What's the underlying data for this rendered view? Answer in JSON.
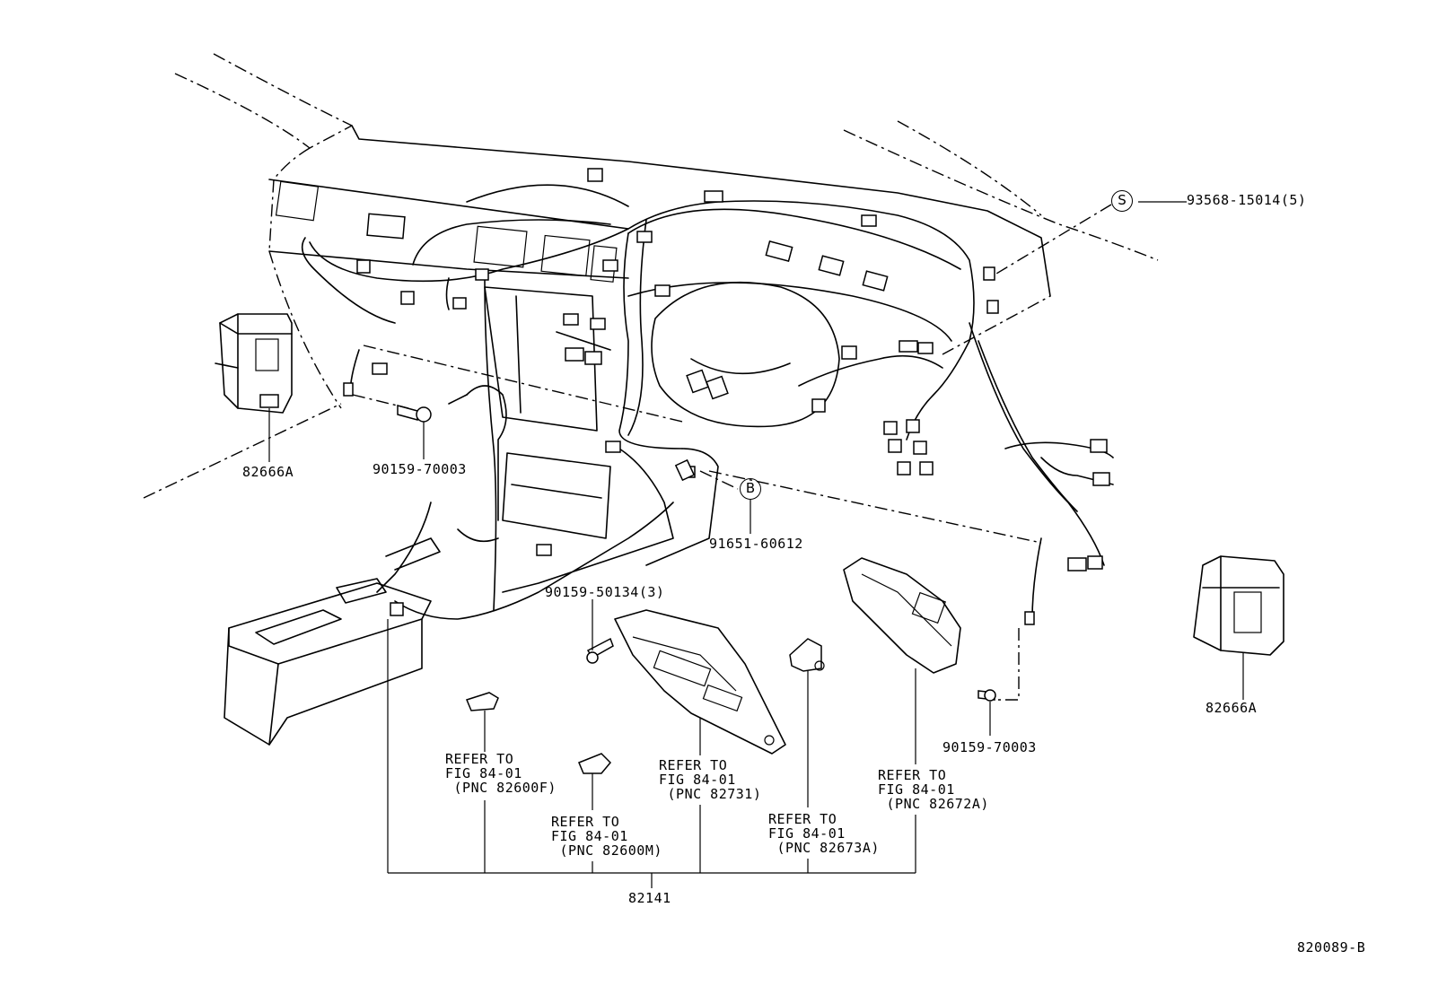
{
  "symbols": {
    "s": "S",
    "b": "B"
  },
  "labels": {
    "p93568": "93568-15014(5)",
    "p82666a_left": "82666A",
    "p90159_70003_left": "90159-70003",
    "p91651": "91651-60612",
    "p90159_50134": "90159-50134(3)",
    "p82666a_right": "82666A",
    "p90159_70003_right": "90159-70003",
    "p82141": "82141",
    "fig_id": "820089-B"
  },
  "refs": [
    {
      "l1": "REFER TO",
      "l2": "FIG 84-01",
      "l3": " (PNC 82600F)"
    },
    {
      "l1": "REFER TO",
      "l2": "FIG 84-01",
      "l3": " (PNC 82600M)"
    },
    {
      "l1": "REFER TO",
      "l2": "FIG 84-01",
      "l3": " (PNC 82731)"
    },
    {
      "l1": "REFER TO",
      "l2": "FIG 84-01",
      "l3": " (PNC 82673A)"
    },
    {
      "l1": "REFER TO",
      "l2": "FIG 84-01",
      "l3": " (PNC 82672A)"
    }
  ]
}
